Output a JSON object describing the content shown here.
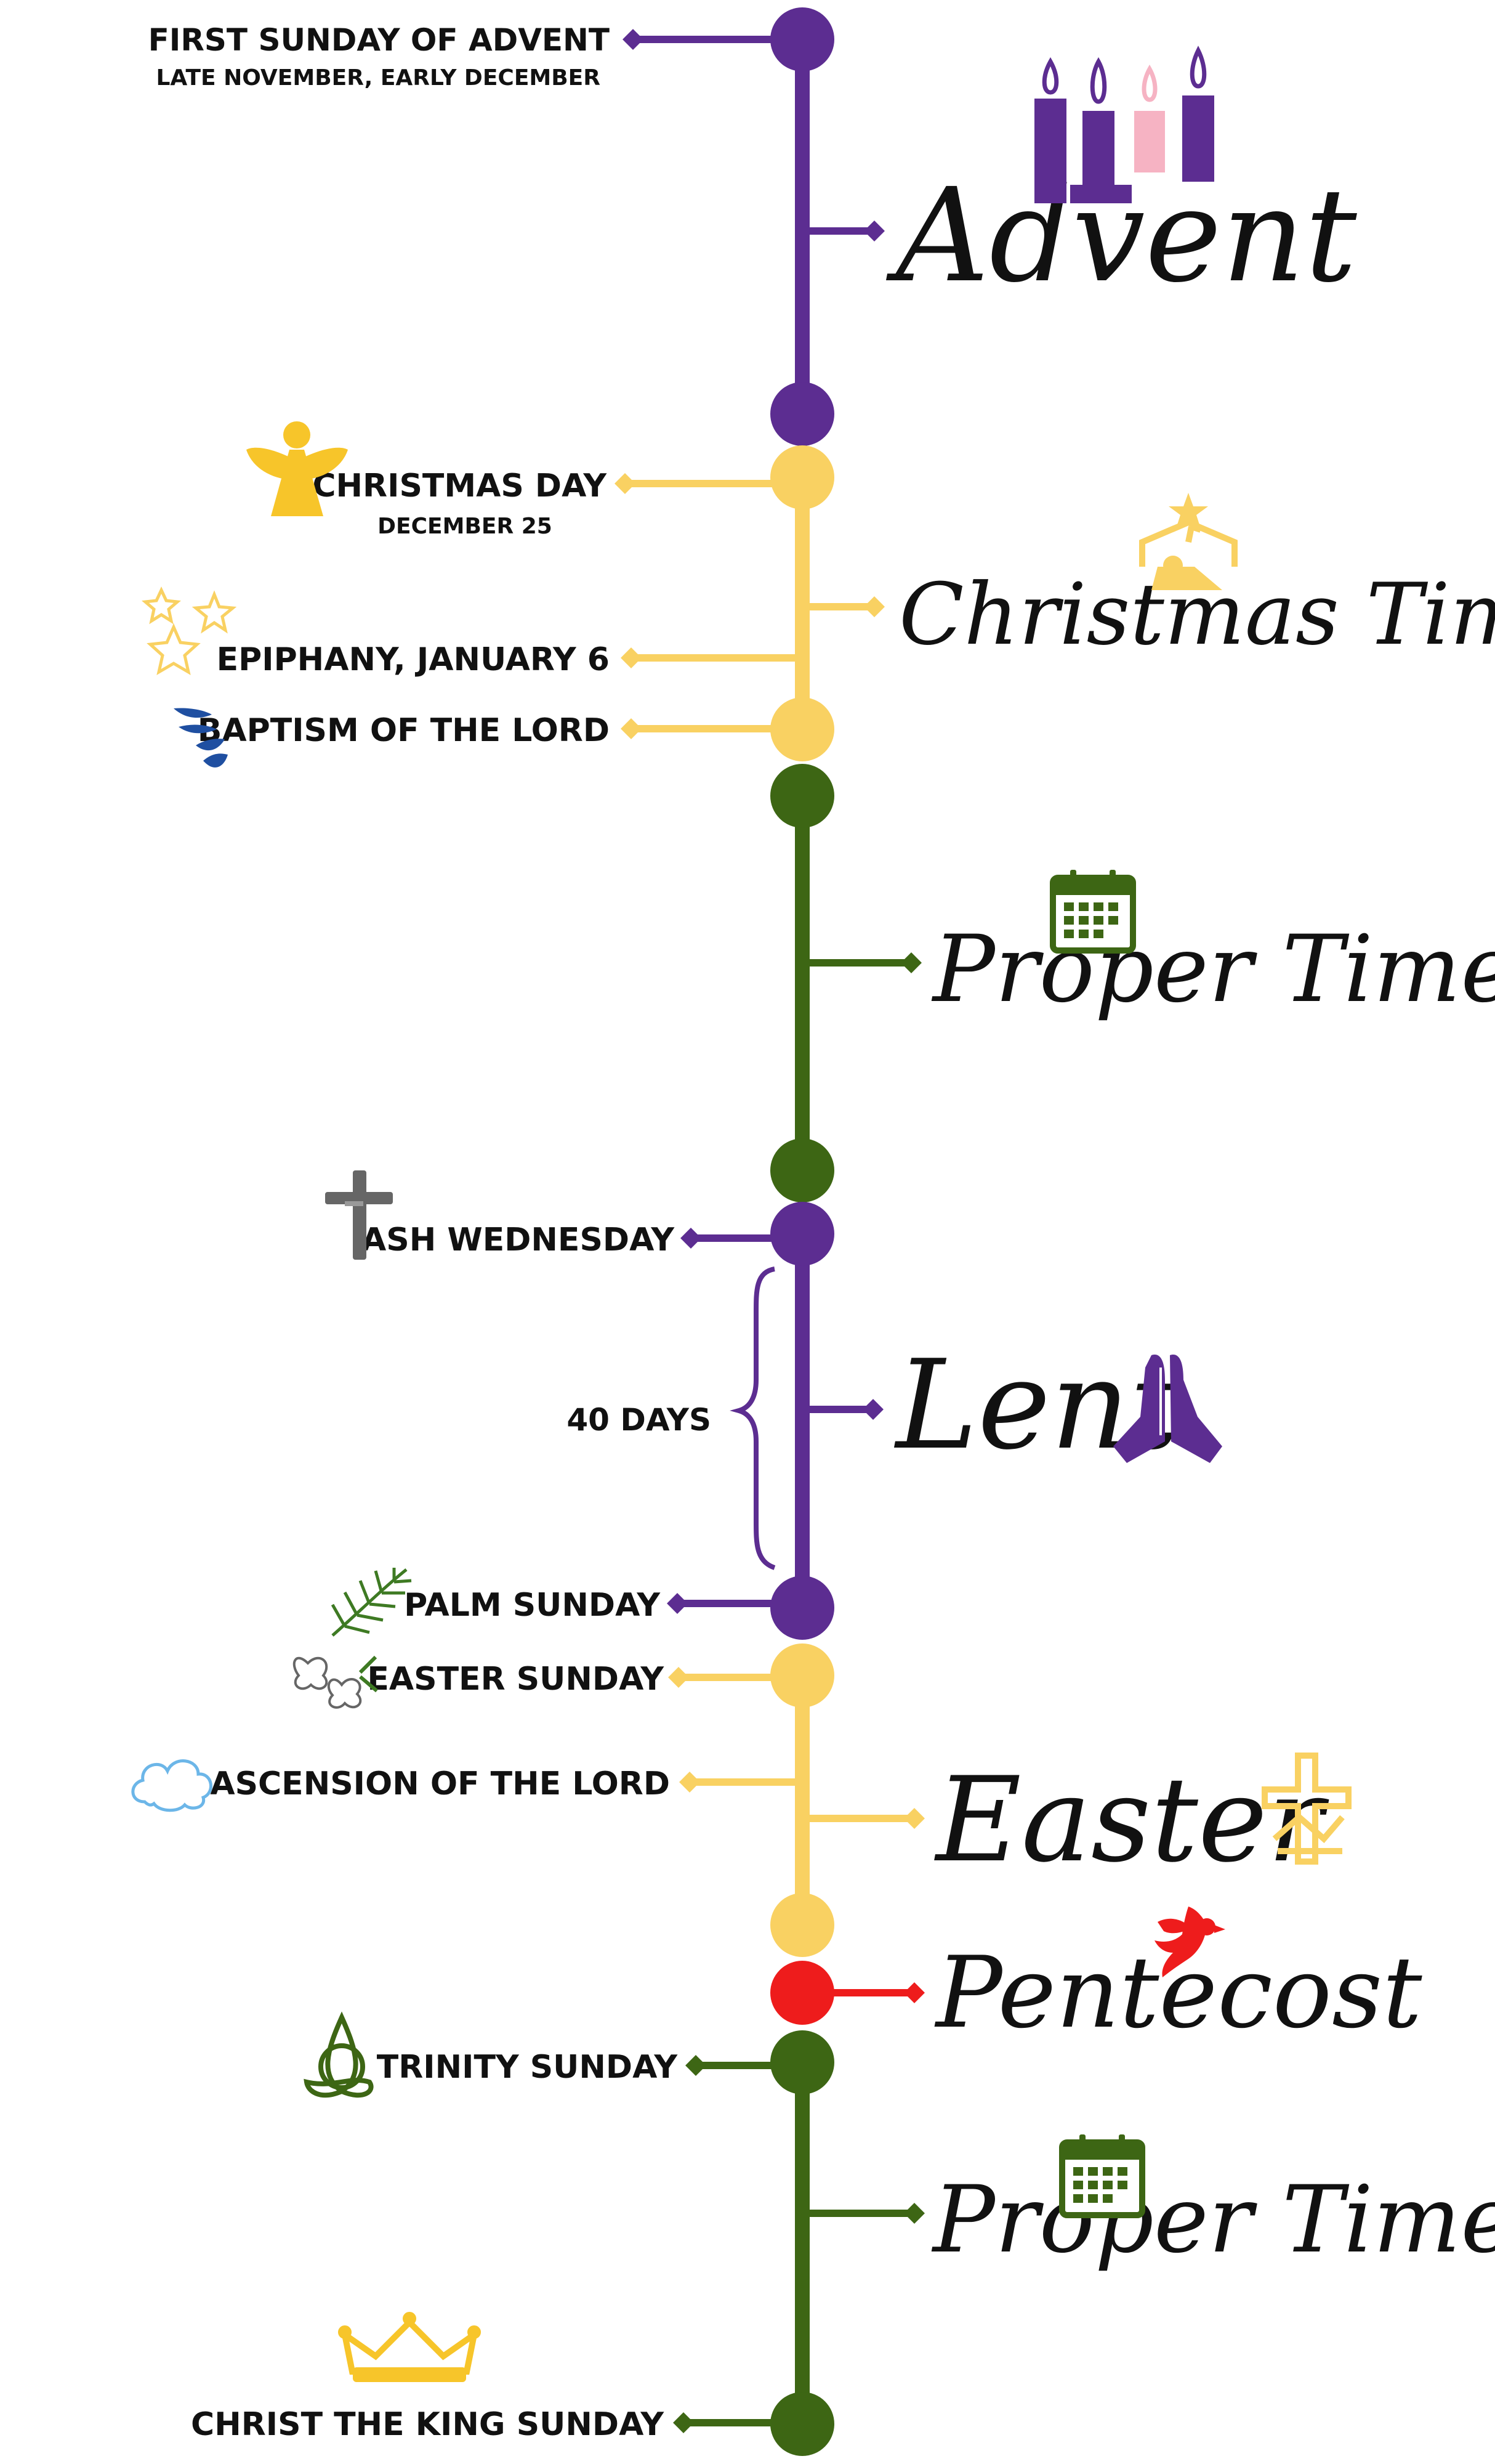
{
  "colors": {
    "advent": "#5c2d91",
    "christmas": "#f9d162",
    "ordinary": "#3d6614",
    "lent": "#5c2d91",
    "easter": "#f9d162",
    "pentecost": "#ee1c1c",
    "text": "#111111",
    "candle_pink": "#f6b3c3",
    "angel": "#f7c52a",
    "water": "#1f4fa1",
    "cloud": "#6cb6e8",
    "crown": "#f7c52a",
    "cross": "#666666",
    "palm": "#3e7a23"
  },
  "events": {
    "first_advent": {
      "label": "FIRST SUNDAY OF ADVENT",
      "sub": "LATE NOVEMBER, EARLY DECEMBER"
    },
    "christmas_day": {
      "label": "CHRISTMAS DAY",
      "sub": "DECEMBER 25"
    },
    "epiphany": {
      "label": "EPIPHANY, JANUARY 6"
    },
    "baptism": {
      "label": "BAPTISM OF THE LORD"
    },
    "ash_wednesday": {
      "label": "ASH WEDNESDAY"
    },
    "forty_days": {
      "label": "40 DAYS"
    },
    "palm_sunday": {
      "label": "PALM SUNDAY"
    },
    "easter_sunday": {
      "label": "EASTER SUNDAY"
    },
    "ascension": {
      "label": "ASCENSION OF THE LORD"
    },
    "trinity": {
      "label": "TRINITY SUNDAY"
    },
    "christ_king": {
      "label": "CHRIST THE KING SUNDAY"
    }
  },
  "seasons": {
    "advent": "Advent",
    "christmas": "Christmas Time",
    "proper1": "Proper Time",
    "lent": "Lent",
    "easter": "Easter",
    "pentecost": "Pentecost",
    "proper2": "Proper Time"
  },
  "icons": {
    "candles": "advent-candles-icon",
    "nativity": "nativity-icon",
    "angel": "angel-icon",
    "stars": "stars-icon",
    "water": "water-splash-icon",
    "calendar": "calendar-icon",
    "ash_cross": "ash-cross-icon",
    "praying": "praying-hands-icon",
    "palm": "palm-leaf-icon",
    "lily": "lily-icon",
    "cloud": "cloud-icon",
    "empty_cross": "empty-cross-icon",
    "dove": "dove-icon",
    "trinity": "trinity-knot-icon",
    "crown": "crown-icon"
  }
}
